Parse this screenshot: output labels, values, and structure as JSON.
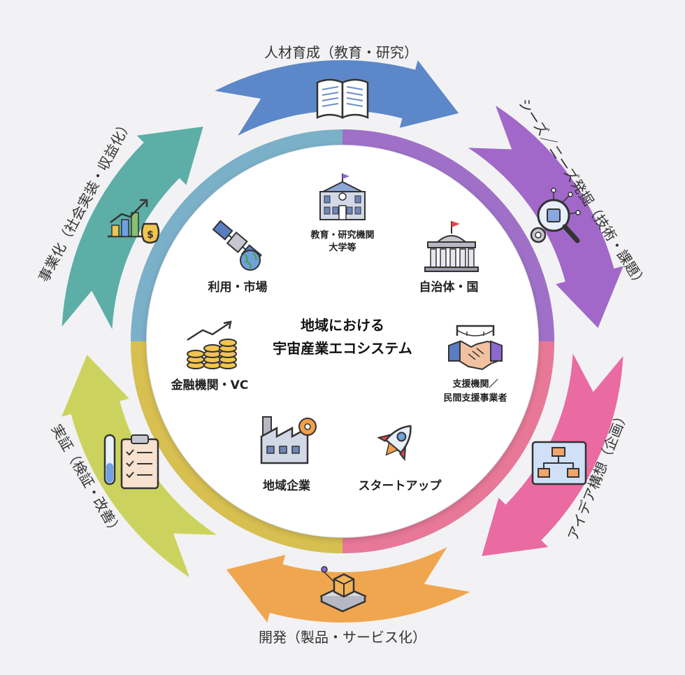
{
  "center": {
    "title_lines": [
      "地域における",
      "宇宙産業エコシステム"
    ]
  },
  "cycle_stages": [
    {
      "id": "talent",
      "label": "人材育成（教育・研究）",
      "icon": "open-book-icon"
    },
    {
      "id": "seeds",
      "label": "シーズ／ニーズ発掘（技術・課題）",
      "icon": "magnifier-gear-icon"
    },
    {
      "id": "idea",
      "label": "アイデア構想（企画）",
      "icon": "blueprint-flowchart-icon"
    },
    {
      "id": "dev",
      "label": "開発（製品・サービス化）",
      "icon": "cube-platform-icon"
    },
    {
      "id": "demo",
      "label": "実証（検証・改善）",
      "icon": "test-tube-clipboard-icon"
    },
    {
      "id": "biz",
      "label": "事業化（社会実装・収益化）",
      "icon": "growth-chart-money-icon"
    }
  ],
  "actors": [
    {
      "id": "edu",
      "lines": [
        "教育・研究機関",
        "大学等"
      ],
      "icon": "university-icon"
    },
    {
      "id": "gov",
      "lines": [
        "自治体・国"
      ],
      "icon": "government-building-icon"
    },
    {
      "id": "support",
      "lines": [
        "支援機関／",
        "民間支援事業者"
      ],
      "icon": "handshake-bridge-icon"
    },
    {
      "id": "startup",
      "lines": [
        "スタートアップ"
      ],
      "icon": "rocket-icon"
    },
    {
      "id": "local",
      "lines": [
        "地域企業"
      ],
      "icon": "factory-icon"
    },
    {
      "id": "finance",
      "lines": [
        "金融機関・VC"
      ],
      "icon": "coins-chart-icon"
    },
    {
      "id": "usage",
      "lines": [
        "利用・市場"
      ],
      "icon": "satellite-earth-icon"
    }
  ],
  "colors": {
    "talent": "#4f7fc4",
    "seeds": "#9a5cc4",
    "idea": "#e8609a",
    "dev": "#f0a040",
    "demo": "#c8d050",
    "biz": "#4fa8a0"
  }
}
